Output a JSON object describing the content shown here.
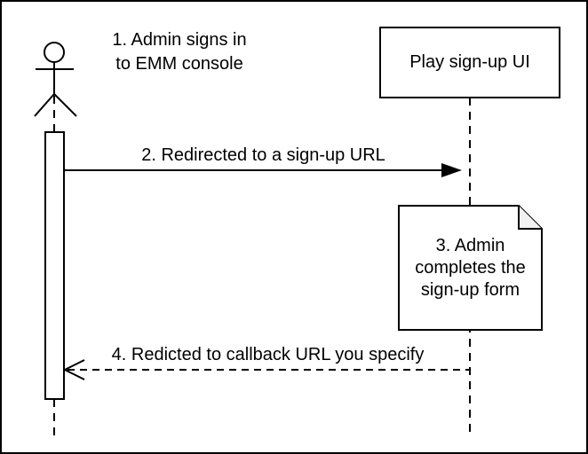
{
  "diagram": {
    "actor": {
      "label_line1": "1. Admin signs in",
      "label_line2": "to EMM console"
    },
    "participant": {
      "label": "Play sign-up UI"
    },
    "messages": [
      {
        "label": "2. Redirected to a sign-up URL",
        "style": "solid-filled-arrow"
      },
      {
        "label": "4. Redicted to callback URL you specify",
        "style": "dashed-open-arrow"
      }
    ],
    "note": {
      "line1": "3. Admin",
      "line2": "completes the",
      "line3": "sign-up form"
    },
    "colors": {
      "stroke": "#000000",
      "background": "#ffffff",
      "note_fill": "#ffffff",
      "note_fold_fill": "#f2f2f2"
    }
  }
}
